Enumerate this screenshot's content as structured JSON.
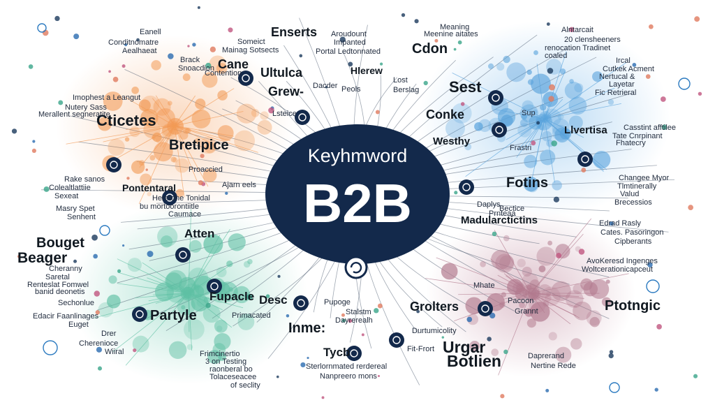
{
  "center": {
    "title": "Keyhmword",
    "label": "B2B"
  },
  "clusters": [
    {
      "id": "orange",
      "color": "#f29a55",
      "title": "Cticetes"
    },
    {
      "id": "blue",
      "color": "#5aa3dc",
      "title": "Sest"
    },
    {
      "id": "green",
      "color": "#5fc0a4",
      "title": "Bouget"
    },
    {
      "id": "mauve",
      "color": "#b27a8e",
      "title": "Lramat"
    }
  ],
  "big_labels": [
    "Cticetes",
    "Bretipice",
    "Cane",
    "Ultulca",
    "Grew-",
    "Enserts",
    "Cdon",
    "Hlerew",
    "Sest",
    "Conke",
    "Westhy",
    "Fotins",
    "Llvertisa",
    "Madularctictins",
    "Bouget",
    "Atten",
    "Beager",
    "Partyle",
    "Fupacle",
    "Desc",
    "Inme:",
    "Tycb",
    "Grolters",
    "Urgar",
    "Botlien",
    "Ptotngic",
    "Pontentaral"
  ],
  "small_labels": [
    "Eanell",
    "Conditnomatre",
    "Aealhaeat",
    "Brack",
    "Snoacdion",
    "Someict",
    "Mainag Sotsects",
    "Contention",
    "Aroudount",
    "Impanted",
    "Portal Ledtonnated",
    "Meaning",
    "Meenine aitates",
    "Alntarcait",
    "20 clensheeners",
    "renocation Tradinet",
    "coaled",
    "Ircal",
    "Cutkek Acment",
    "Nertucal &",
    "Layetar",
    "Fic Retrieral",
    "Imophest a Leangut",
    "Nutery Sass",
    "Merallent segneratite",
    "Casstint afftilee",
    "Tate Cnrpinant",
    "Fhatecry",
    "Rake sanos",
    "Colealtlattiie",
    "Sexeat",
    "Masry Spet",
    "Senhent",
    "Heretone Tonidal",
    "bu mortoorontiitle",
    "Caumace",
    "Ajarn eels",
    "Changee Myor",
    "Tlmtinerally",
    "Valud",
    "Brecessios",
    "Edrad Rasly",
    "Cates. Pasoringon",
    "Cipberants",
    "AvoKeresd Ingenges",
    "Woltcerationicapceut",
    "Cheranny",
    "Saretal",
    "Renteslat Fomwel",
    "banid deonetis",
    "Sechonlue",
    "Edacir Faanlinages",
    "Euget",
    "Drer",
    "Cherenioce",
    "Wiiral",
    "Primacated",
    "Frimcinertio",
    "3 on Testing",
    "raonberal bo",
    "Tolaceseacee",
    "of seclity",
    "Sterlornmated rerdereal",
    "Nanpreero mons",
    "Durtumicolity",
    "Daprerand",
    "Nertine Rede",
    "Pupoge",
    "Stalstm",
    "Dayrerealh",
    "Daplys",
    "Bectice",
    "Prnteaa",
    "Mhate",
    "Pacoon",
    "Grannt",
    "Fit-Frort",
    "Lost",
    "Berslag",
    "Peols",
    "Dacder",
    "Lsteice",
    "Proaccied",
    "Frastri",
    "Sup"
  ]
}
